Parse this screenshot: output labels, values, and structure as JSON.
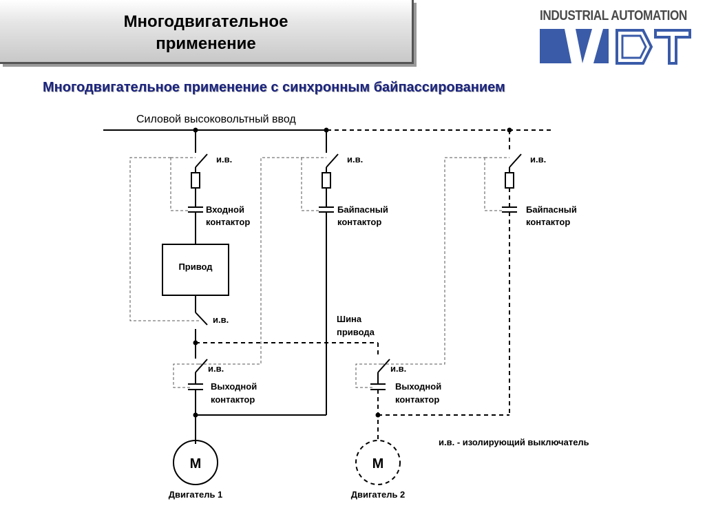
{
  "header": {
    "title_line1": "Многодвигательное",
    "title_line2": "применение"
  },
  "logo": {
    "top_text": "INDUSTRIAL AUTOMATION",
    "wordmark": "VDT",
    "colors": {
      "blue": "#3a5ba8",
      "text": "#4a4a4a"
    }
  },
  "subtitle": "Многодвигательное применение с синхронным байпассированием",
  "diagram": {
    "supply_label": "Силовой высоковольтный ввод",
    "iv": "и.в.",
    "input_contactor": [
      "Входной",
      "контактор"
    ],
    "bypass_contactor_1": [
      "Байпасный",
      "контактор"
    ],
    "bypass_contactor_2": [
      "Байпасный",
      "контактор"
    ],
    "drive": "Привод",
    "drive_bus": [
      "Шина",
      "привода"
    ],
    "output_contactor_1": [
      "Выходной",
      "контактор"
    ],
    "output_contactor_2": [
      "Выходной",
      "контактор"
    ],
    "motor_symbol": "M",
    "motor1_label": "Двигатель 1",
    "motor2_label": "Двигатель 2",
    "legend": "и.в. - изолирующий выключатель"
  },
  "colors": {
    "title_navy": "#1a237e"
  }
}
